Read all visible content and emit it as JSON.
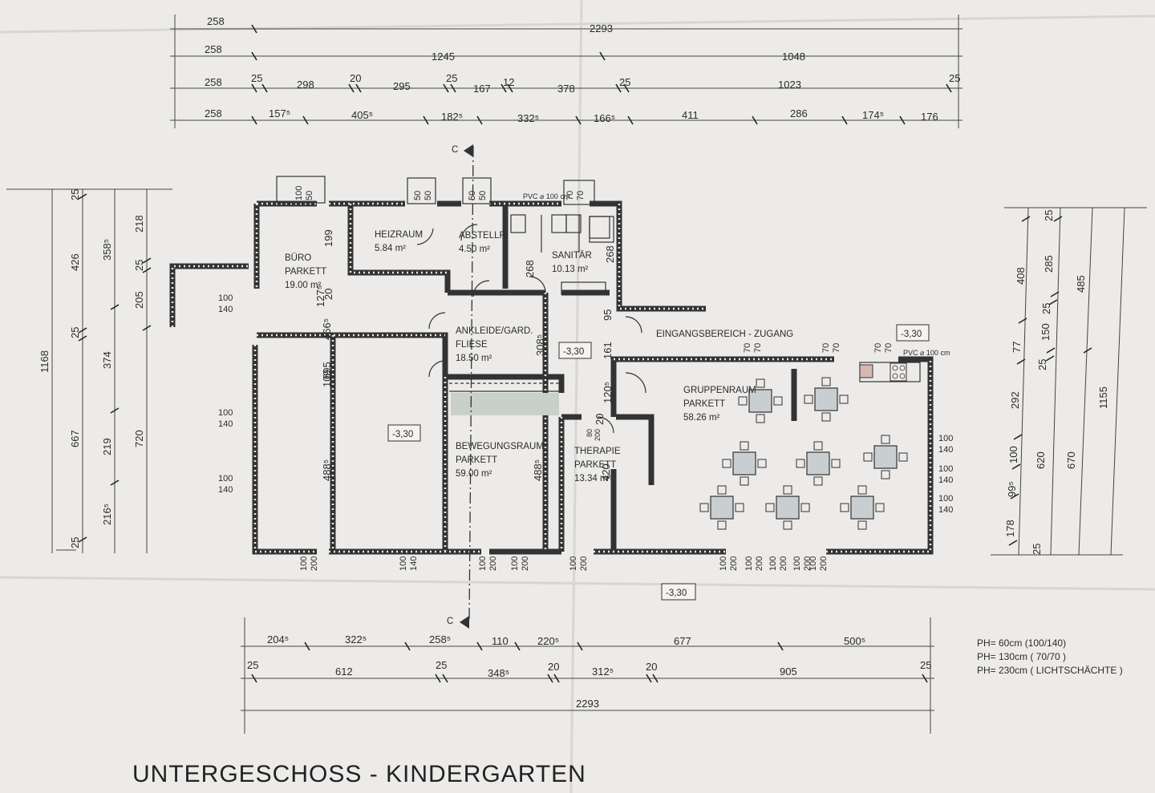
{
  "title": "UNTERGESCHOSS - KINDERGARTEN",
  "dims_top": [
    [
      "258",
      "2293"
    ],
    [
      "258",
      "1245",
      "1048"
    ],
    [
      "258",
      "25",
      "298",
      "20",
      "295",
      "25",
      "167",
      "12",
      "378",
      "25",
      "1023",
      "25"
    ],
    [
      "258",
      "157⁵",
      "405⁵",
      "182⁵",
      "332⁵",
      "166⁵",
      "411",
      "286",
      "174⁵",
      "176"
    ]
  ],
  "dims_bottom": [
    [
      "204⁵",
      "322⁵",
      "258⁵",
      "110",
      "220⁵",
      "677",
      "500⁵"
    ],
    [
      "25",
      "612",
      "25",
      "348⁵",
      "20",
      "312⁵",
      "20",
      "905",
      "25"
    ],
    [
      "2293"
    ]
  ],
  "dims_left": [
    [
      "1168"
    ],
    [
      "25",
      "426",
      "25",
      "667",
      "25"
    ],
    [
      "358⁵",
      "374",
      "219",
      "216⁵"
    ],
    [
      "218",
      "25",
      "205",
      "720"
    ]
  ],
  "dims_right": [
    [
      "25",
      "408",
      "77",
      "292",
      "100",
      "99⁵",
      "178",
      "25"
    ],
    [
      "285",
      "25",
      "150",
      "25",
      "620"
    ],
    [
      "485",
      "670"
    ],
    [
      "1155"
    ]
  ],
  "rooms": [
    {
      "name": "BÜRO",
      "floor": "PARKETT",
      "area": "19.00 m²"
    },
    {
      "name": "HEIZRAUM",
      "floor": "",
      "area": "5.84 m²"
    },
    {
      "name": "ABSTELLR.",
      "floor": "",
      "area": "4.50 m²"
    },
    {
      "name": "SANITÄR",
      "floor": "",
      "area": "10.13 m²"
    },
    {
      "name": "ANKLEIDE/GARD.",
      "floor": "FLIESE",
      "area": "18.50 m²"
    },
    {
      "name": "BEWEGUNGSRAUM",
      "floor": "PARKETT",
      "area": "59.00 m²"
    },
    {
      "name": "THERAPIE",
      "floor": "PARKETT",
      "area": "13.34 m²"
    },
    {
      "name": "GRUPPENRAUM",
      "floor": "PARKETT",
      "area": "58.26 m²"
    },
    {
      "name": "EINGANGSBEREICH - ZUGANG",
      "floor": "",
      "area": ""
    }
  ],
  "levels": [
    "-3,30",
    "-3,30",
    "-3,30",
    "-3,30"
  ],
  "section_marks": [
    "C",
    "C"
  ],
  "pvc_labels": [
    "PVC ⌀ 100 cm",
    "PVC ⌀ 100 cm"
  ],
  "inner_dims": [
    "199",
    "127⁵",
    "20",
    "466⁵",
    "695",
    "109",
    "488⁵",
    "268",
    "308⁵",
    "488⁵",
    "268",
    "95",
    "161",
    "120⁵",
    "20",
    "420",
    "80",
    "200"
  ],
  "window_dims": {
    "left": [
      [
        "100",
        "140"
      ],
      [
        "100",
        "140"
      ],
      [
        "100",
        "140"
      ]
    ],
    "right": [
      [
        "100",
        "140"
      ],
      [
        "100",
        "140"
      ],
      [
        "100",
        "140"
      ]
    ],
    "top": [
      [
        "100",
        "50"
      ],
      [
        "50",
        "50"
      ],
      [
        "50",
        "50"
      ],
      [
        "70",
        "70"
      ],
      [
        "70",
        "70"
      ],
      [
        "70",
        "70"
      ],
      [
        "70",
        "70"
      ]
    ],
    "bottom": [
      [
        "100",
        "200"
      ],
      [
        "100",
        "140"
      ],
      [
        "100",
        "200"
      ],
      [
        "100",
        "200"
      ],
      [
        "100",
        "200"
      ],
      [
        "100",
        "200"
      ],
      [
        "100",
        "200"
      ],
      [
        "100",
        "200"
      ],
      [
        "100",
        "200"
      ],
      [
        "100",
        "200"
      ]
    ]
  },
  "legend": [
    "PH= 60cm (100/140)",
    "PH= 130cm ( 70/70 )",
    "PH= 230cm ( LICHTSCHÄCHTE )"
  ]
}
